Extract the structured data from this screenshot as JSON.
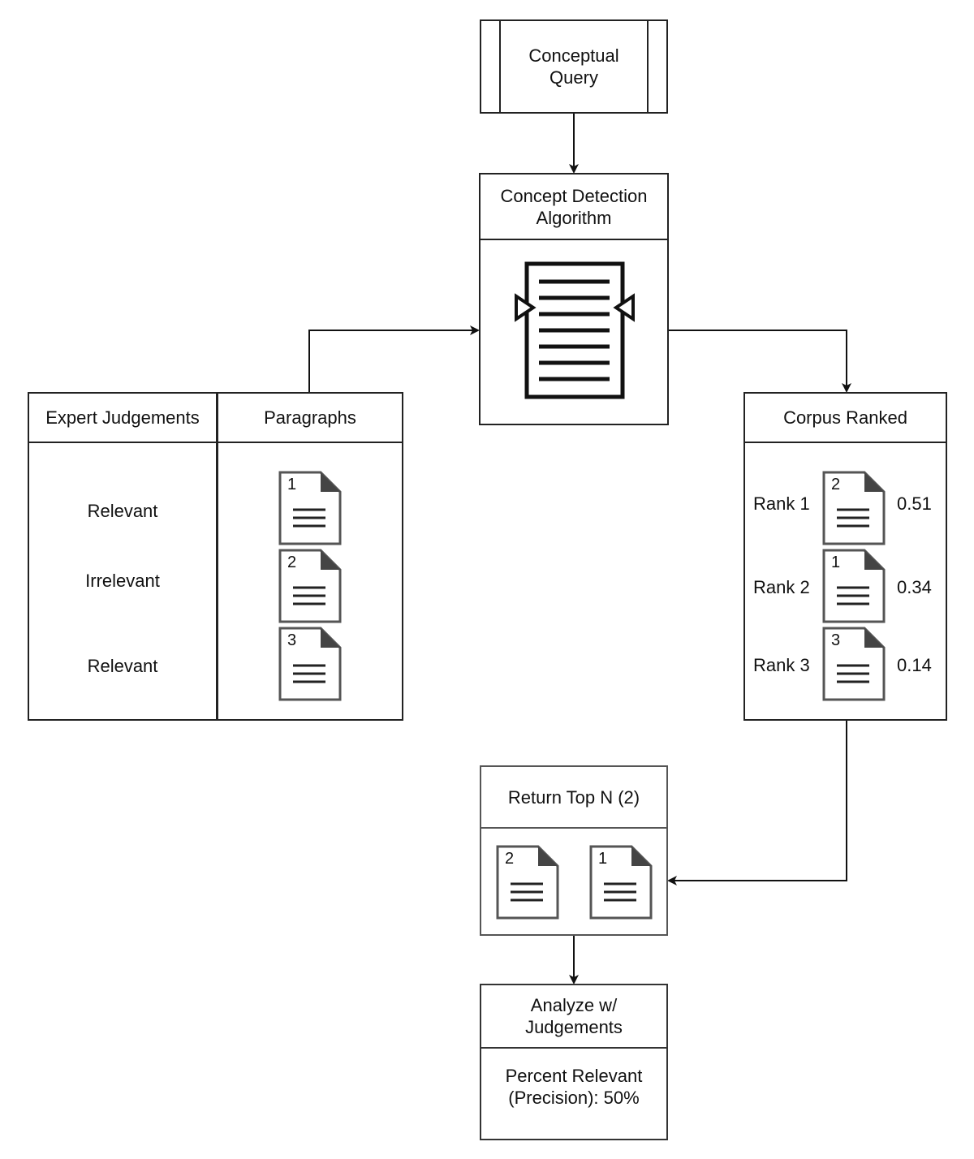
{
  "conceptual_query": "Conceptual\nQuery",
  "concept_detection": {
    "title": "Concept Detection\nAlgorithm",
    "icon": "document-scan-icon"
  },
  "expert_table": {
    "col1_header": "Expert Judgements",
    "col2_header": "Paragraphs",
    "rows": [
      {
        "judgement": "Relevant",
        "paragraph": "1"
      },
      {
        "judgement": "Irrelevant",
        "paragraph": "2"
      },
      {
        "judgement": "Relevant",
        "paragraph": "3"
      }
    ]
  },
  "corpus_ranked": {
    "title": "Corpus Ranked",
    "rows": [
      {
        "rank": "Rank 1",
        "paragraph": "2",
        "score": "0.51"
      },
      {
        "rank": "Rank 2",
        "paragraph": "1",
        "score": "0.34"
      },
      {
        "rank": "Rank 3",
        "paragraph": "3",
        "score": "0.14"
      }
    ]
  },
  "return_top": {
    "title": "Return Top N (2)",
    "docs": [
      "2",
      "1"
    ]
  },
  "analyze": {
    "title": "Analyze w/\nJudgements",
    "result": "Percent Relevant\n(Precision): 50%"
  },
  "icons": {
    "paragraph_doc": "document-icon",
    "arrowhead": "arrowhead-icon"
  }
}
